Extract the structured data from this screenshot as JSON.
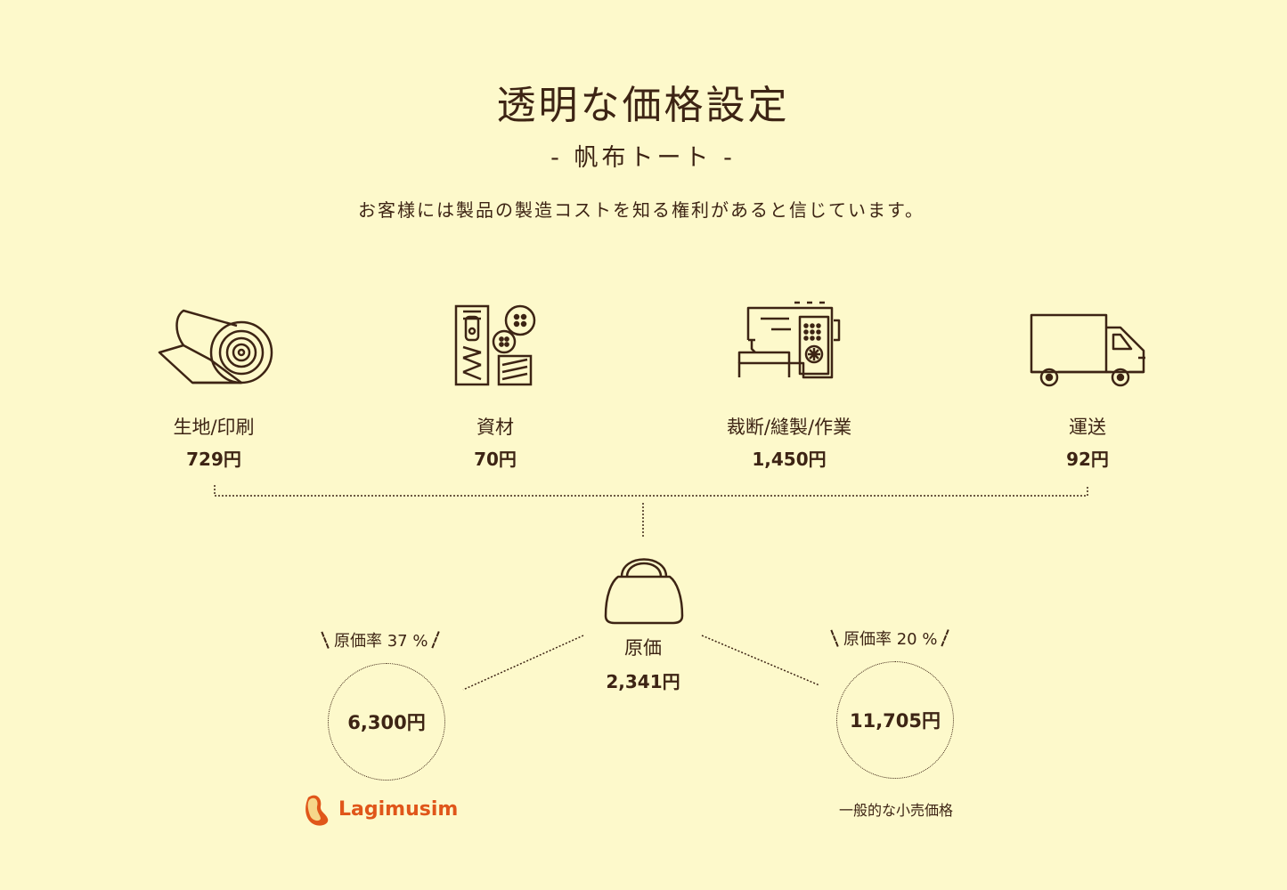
{
  "header": {
    "title": "透明な価格設定",
    "subtitle": "- 帆布トート -",
    "tagline": "お客様には製品の製造コストを知る権利があると信じています。"
  },
  "costs": [
    {
      "icon": "fabric-roll-icon",
      "label": "生地/印刷",
      "value": "729円"
    },
    {
      "icon": "zipper-buttons-thread-icon",
      "label": "資材",
      "value": "70円"
    },
    {
      "icon": "sewing-machine-icon",
      "label": "裁断/縫製/作業",
      "value": "1,450円"
    },
    {
      "icon": "delivery-truck-icon",
      "label": "運送",
      "value": "92円"
    }
  ],
  "total": {
    "icon": "handbag-icon",
    "label": "原価",
    "value": "2,341円"
  },
  "our_price": {
    "rate": "原価率 37 %",
    "price": "6,300円",
    "brand": "Lagimusim"
  },
  "retail_price": {
    "rate": "原価率 20 %",
    "price": "11,705円",
    "caption": "一般的な小売価格"
  },
  "colors": {
    "background": "#fdf9cb",
    "ink": "#3d2414",
    "brand": "#e0561a"
  }
}
